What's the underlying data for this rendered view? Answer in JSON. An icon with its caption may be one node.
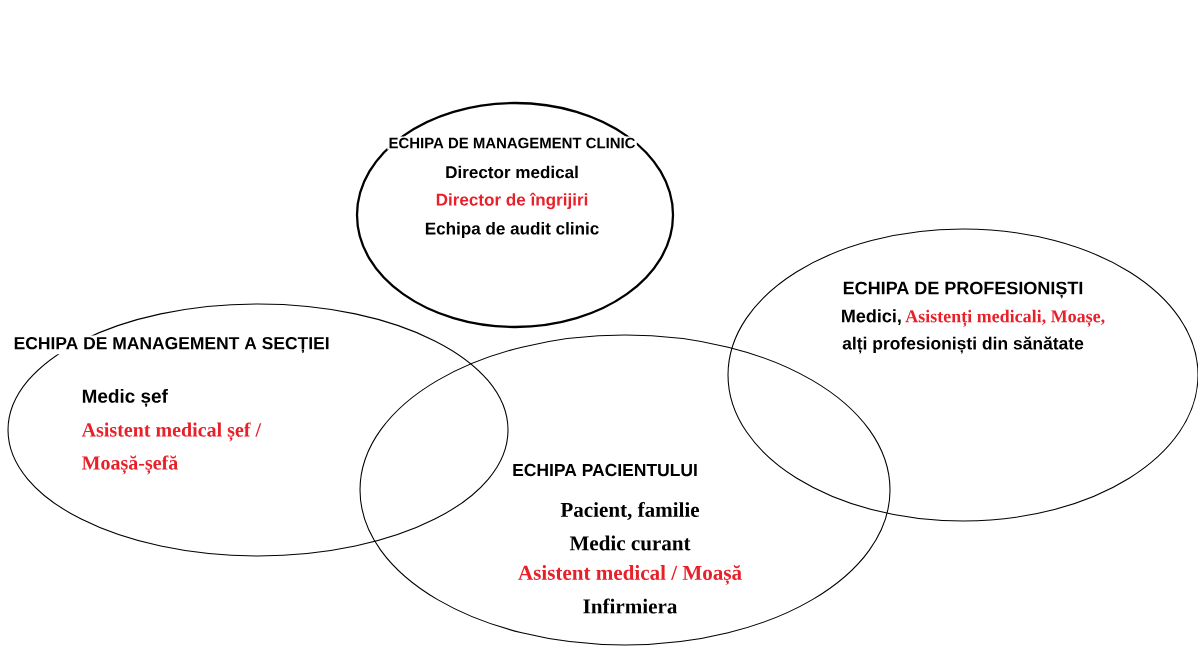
{
  "diagram": {
    "nodes": [
      {
        "text": [
          "ECHIPA DE MANAGEMENT CLINIC",
          "Director medical",
          "Director de îngrijiri",
          "Echipa de audit clinic"
        ]
      },
      {
        "text": [
          "ECHIPA DE MANAGEMENT A SECȚIEI",
          "Medic șef",
          "Asistent medical șef /",
          "Moașă-șefă"
        ]
      },
      {
        "text": [
          "ECHIPA PACIENTULUI",
          "Pacient, familie",
          "Medic curant",
          "Asistent medical / Moașă",
          "Infirmiera"
        ]
      },
      {
        "text": [
          "ECHIPA DE PROFESIONIȘTI",
          "Medici,",
          "Asistenți medicali, Moașe,",
          "alți profesioniști din sănătate"
        ]
      }
    ]
  }
}
